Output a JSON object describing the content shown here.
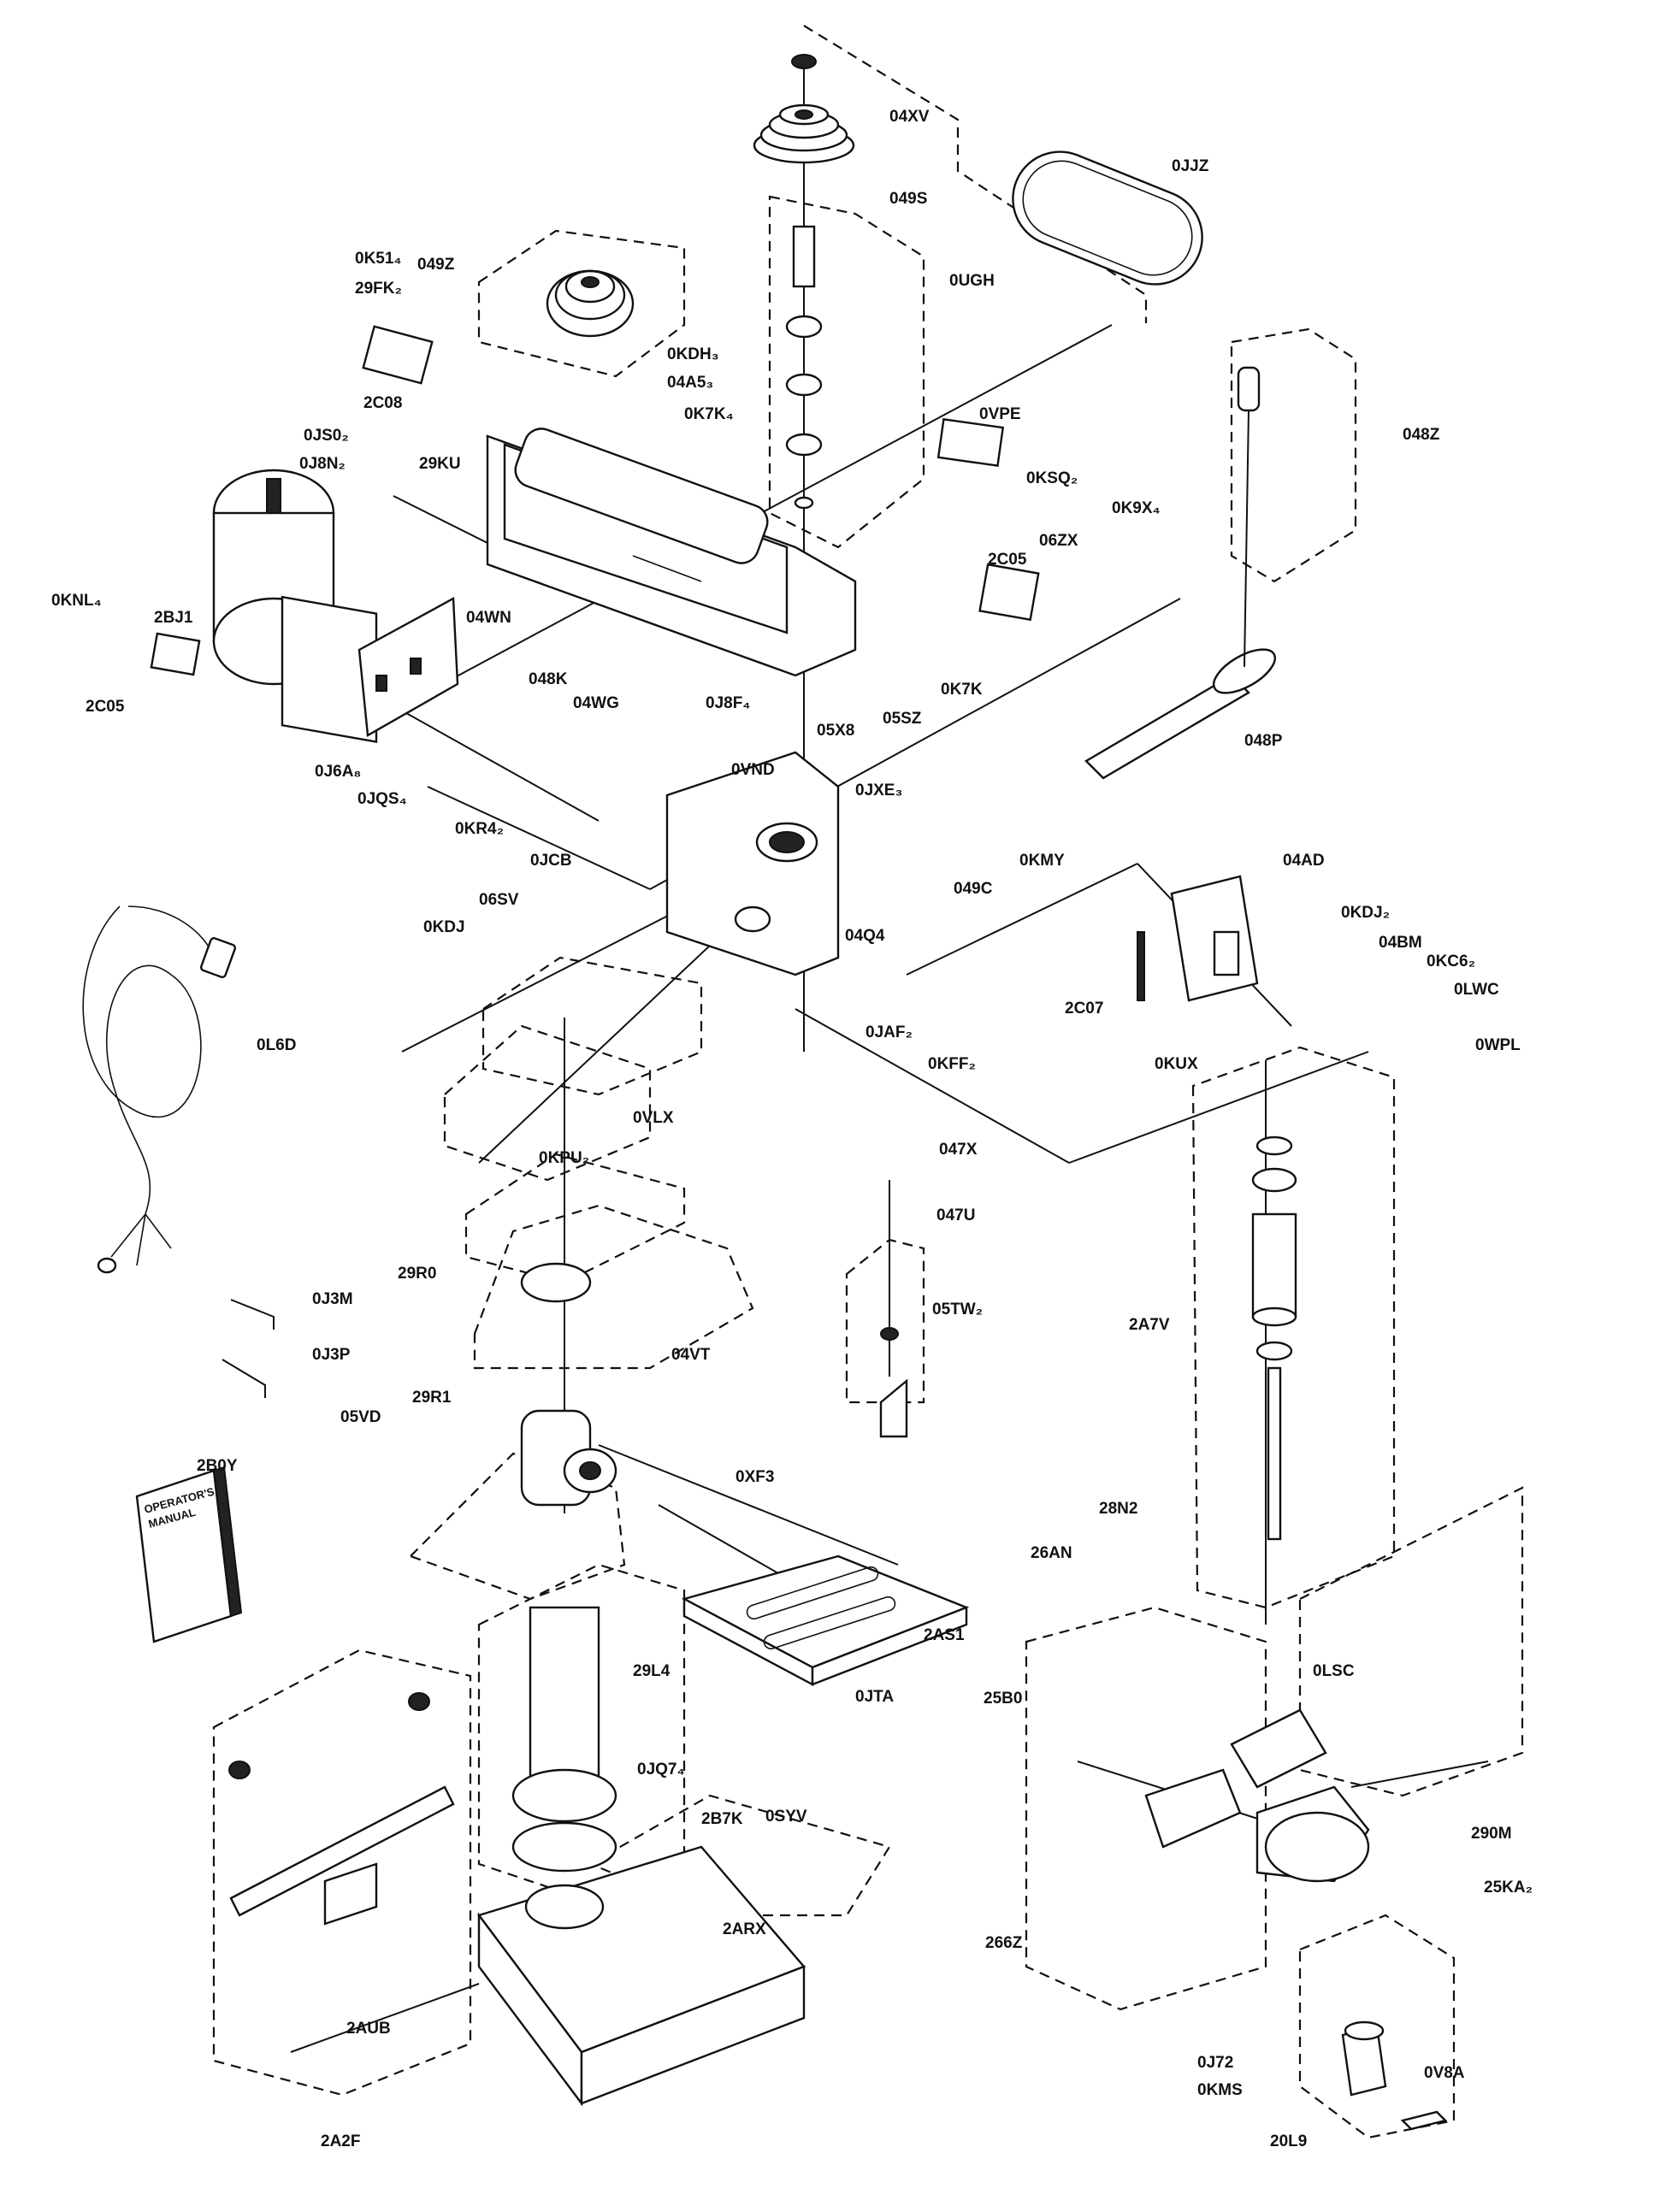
{
  "diagram": {
    "manual_cover_text": [
      "OPERATOR'S",
      "MANUAL"
    ],
    "labels": {
      "04XV": "04XV",
      "0JJZ": "0JJZ",
      "049S": "049S",
      "0UGH": "0UGH",
      "0K51": "0K51₄",
      "049Z": "049Z",
      "29FK": "29FK₂",
      "2C08": "2C08",
      "0KDH": "0KDH₃",
      "04A5": "04A5₃",
      "0K7K_top": "0K7K₄",
      "0JS0": "0JS0₂",
      "0J8N": "0J8N₂",
      "29KU": "29KU",
      "0VPE": "0VPE",
      "0KSQ": "0KSQ₂",
      "048Z": "048Z",
      "0K9X": "0K9X₄",
      "06ZX": "06ZX",
      "2C05_right": "2C05",
      "0KNL": "0KNL₄",
      "2BJ1": "2BJ1",
      "04WN": "04WN",
      "2C05_left": "2C05",
      "048K": "048K",
      "04WG": "04WG",
      "0J8F": "0J8F₄",
      "0K7K_mid": "0K7K",
      "048P": "048P",
      "0J6A": "0J6A₈",
      "0JQS": "0JQS₄",
      "05X8": "05X8",
      "05SZ": "05SZ",
      "0VND": "0VND",
      "0JXE": "0JXE₃",
      "0KR4": "0KR4₂",
      "0JCB": "0JCB",
      "0KMY": "0KMY",
      "049C": "049C",
      "04AD": "04AD",
      "06SV": "06SV",
      "0KDJ_left": "0KDJ",
      "04Q4": "04Q4",
      "0KDJ_right": "0KDJ₂",
      "04BM": "04BM",
      "0KC6": "0KC6₂",
      "0LWC": "0LWC",
      "0WPL": "0WPL",
      "2C07": "2C07",
      "0L6D": "0L6D",
      "0JAF": "0JAF₂",
      "0KFF": "0KFF₂",
      "0KUX": "0KUX",
      "0VLX": "0VLX",
      "0KPU": "0KPU₂",
      "047X": "047X",
      "047U": "047U",
      "05TW": "05TW₂",
      "29R0": "29R0",
      "0J3M": "0J3M",
      "0J3P": "0J3P",
      "04VT": "04VT",
      "2A7V": "2A7V",
      "29R1": "29R1",
      "05VD": "05VD",
      "0XF3": "0XF3",
      "2B0Y": "2B0Y",
      "28N2": "28N2",
      "26AN": "26AN",
      "2AS1": "2AS1",
      "29L4": "29L4",
      "0LSC": "0LSC",
      "0JTA": "0JTA",
      "25B0": "25B0",
      "0JQ7": "0JQ7₄",
      "0SYV": "0SYV",
      "2B7K": "2B7K",
      "290M": "290M",
      "25KA": "25KA₂",
      "266Z": "266Z",
      "2ARX": "2ARX",
      "2AUB": "2AUB",
      "0J72": "0J72",
      "0KMS": "0KMS",
      "0V8A": "0V8A",
      "2A2F": "2A2F",
      "20L9": "20L9"
    }
  }
}
